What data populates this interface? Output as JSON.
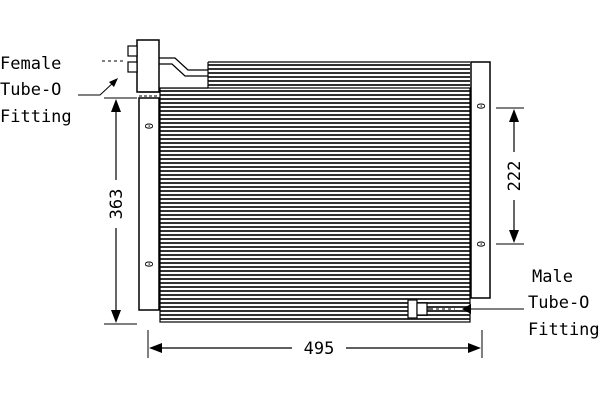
{
  "labels": {
    "female_fitting": [
      "Female",
      "Tube-O",
      "Fitting"
    ],
    "male_fitting": [
      "Male",
      "Tube-O",
      "Fitting"
    ]
  },
  "dimensions": {
    "width": "495",
    "height": "363",
    "port_spacing": "222"
  },
  "markers": {
    "left_upper": "0",
    "left_lower": "0",
    "right_upper": "0",
    "right_lower": "0"
  },
  "colors": {
    "line": "#000000",
    "fin": "#333333",
    "background": "#ffffff"
  }
}
